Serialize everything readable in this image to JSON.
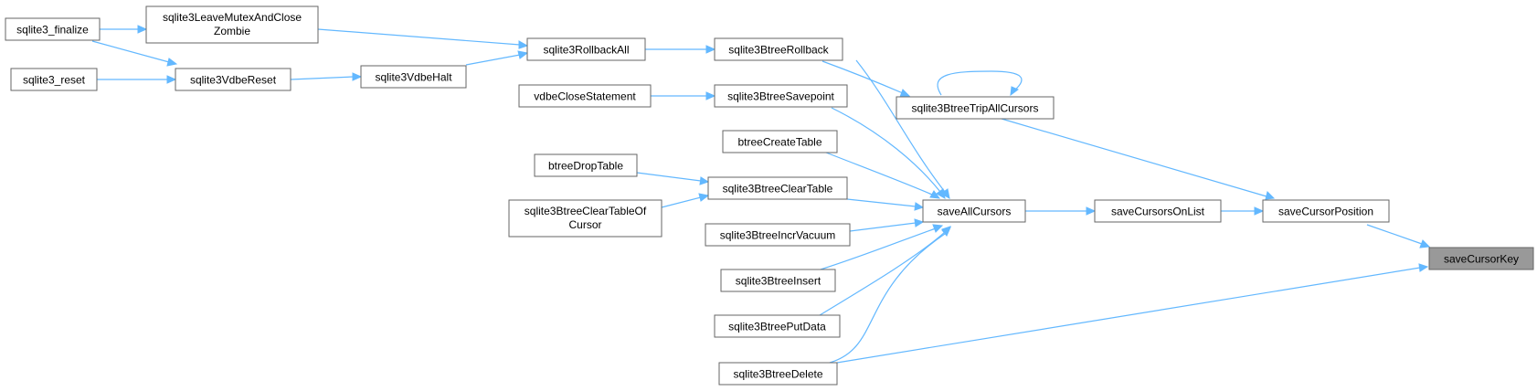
{
  "graph": {
    "nodes": {
      "finalize": [
        "sqlite3_finalize"
      ],
      "leave": [
        "sqlite3LeaveMutexAndClose",
        "Zombie"
      ],
      "reset": [
        "sqlite3_reset"
      ],
      "vdbereset": [
        "sqlite3VdbeReset"
      ],
      "halt": [
        "sqlite3VdbeHalt"
      ],
      "rollbackall": [
        "sqlite3RollbackAll"
      ],
      "btreerollback": [
        "sqlite3BtreeRollback"
      ],
      "tripall": [
        "sqlite3BtreeTripAllCursors"
      ],
      "closestmt": [
        "vdbeCloseStatement"
      ],
      "savepoint": [
        "sqlite3BtreeSavepoint"
      ],
      "createtable": [
        "btreeCreateTable"
      ],
      "droptable": [
        "btreeDropTable"
      ],
      "cleartable": [
        "sqlite3BtreeClearTable"
      ],
      "cleartableof": [
        "sqlite3BtreeClearTableOf",
        "Cursor"
      ],
      "incrvacuum": [
        "sqlite3BtreeIncrVacuum"
      ],
      "insert": [
        "sqlite3BtreeInsert"
      ],
      "putdata": [
        "sqlite3BtreePutData"
      ],
      "delete": [
        "sqlite3BtreeDelete"
      ],
      "saveall": [
        "saveAllCursors"
      ],
      "saveonlist": [
        "saveCursorsOnList"
      ],
      "savepos": [
        "saveCursorPosition"
      ],
      "savekey": [
        "saveCursorKey"
      ]
    }
  }
}
